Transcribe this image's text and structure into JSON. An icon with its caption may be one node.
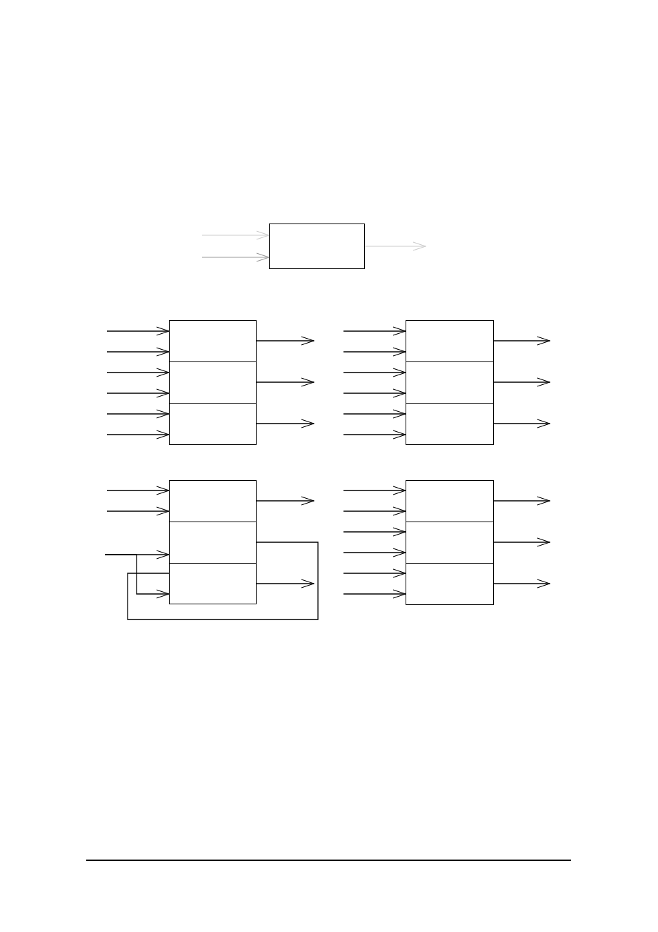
{
  "diagram": {
    "nodes": [
      {
        "text": [],
        "shape": "box"
      },
      {
        "text": [],
        "shape": "box"
      },
      {
        "text": [],
        "shape": "box"
      },
      {
        "text": [],
        "shape": "box"
      },
      {
        "text": [],
        "shape": "box"
      },
      {
        "text": [],
        "shape": "box"
      },
      {
        "text": [],
        "shape": "box"
      },
      {
        "text": [],
        "shape": "box"
      },
      {
        "text": [],
        "shape": "box"
      },
      {
        "text": [],
        "shape": "box"
      },
      {
        "text": [],
        "shape": "box"
      },
      {
        "text": [],
        "shape": "box"
      },
      {
        "text": [],
        "shape": "box"
      }
    ],
    "edges": [
      {
        "from": null,
        "to": 0,
        "arrow": "to",
        "color": "#cccccc"
      },
      {
        "from": null,
        "to": 0,
        "arrow": "to",
        "color": "#999999"
      },
      {
        "from": 0,
        "to": null,
        "arrow": "to",
        "color": "#cccccc"
      },
      {
        "from": null,
        "to": 1,
        "arrow": "to"
      },
      {
        "from": null,
        "to": 1,
        "arrow": "to"
      },
      {
        "from": null,
        "to": 2,
        "arrow": "to"
      },
      {
        "from": null,
        "to": 2,
        "arrow": "to"
      },
      {
        "from": null,
        "to": 3,
        "arrow": "to"
      },
      {
        "from": null,
        "to": 3,
        "arrow": "to"
      },
      {
        "from": 1,
        "to": null,
        "arrow": "to"
      },
      {
        "from": 2,
        "to": null,
        "arrow": "to"
      },
      {
        "from": 3,
        "to": null,
        "arrow": "to"
      },
      {
        "from": null,
        "to": 4,
        "arrow": "to"
      },
      {
        "from": null,
        "to": 4,
        "arrow": "to"
      },
      {
        "from": null,
        "to": 5,
        "arrow": "to"
      },
      {
        "from": null,
        "to": 5,
        "arrow": "to"
      },
      {
        "from": null,
        "to": 6,
        "arrow": "to"
      },
      {
        "from": null,
        "to": 6,
        "arrow": "to"
      },
      {
        "from": 4,
        "to": null,
        "arrow": "to"
      },
      {
        "from": 5,
        "to": null,
        "arrow": "to"
      },
      {
        "from": 6,
        "to": null,
        "arrow": "to"
      },
      {
        "from": null,
        "to": 7,
        "arrow": "to"
      },
      {
        "from": null,
        "to": 7,
        "arrow": "to"
      },
      {
        "from": null,
        "to": 8,
        "arrow": "to"
      },
      {
        "from": null,
        "to": 9,
        "arrow": "to"
      },
      {
        "from": 7,
        "to": null,
        "arrow": "to"
      },
      {
        "from": 8,
        "to": 9,
        "arrow": "none"
      },
      {
        "from": 9,
        "to": null,
        "arrow": "to"
      },
      {
        "from": null,
        "to": 10,
        "arrow": "to"
      },
      {
        "from": null,
        "to": 10,
        "arrow": "to"
      },
      {
        "from": null,
        "to": 11,
        "arrow": "to"
      },
      {
        "from": null,
        "to": 11,
        "arrow": "to"
      },
      {
        "from": null,
        "to": 12,
        "arrow": "to"
      },
      {
        "from": null,
        "to": 12,
        "arrow": "to"
      },
      {
        "from": 10,
        "to": null,
        "arrow": "to"
      },
      {
        "from": 11,
        "to": null,
        "arrow": "to"
      },
      {
        "from": 12,
        "to": null,
        "arrow": "to"
      }
    ]
  }
}
